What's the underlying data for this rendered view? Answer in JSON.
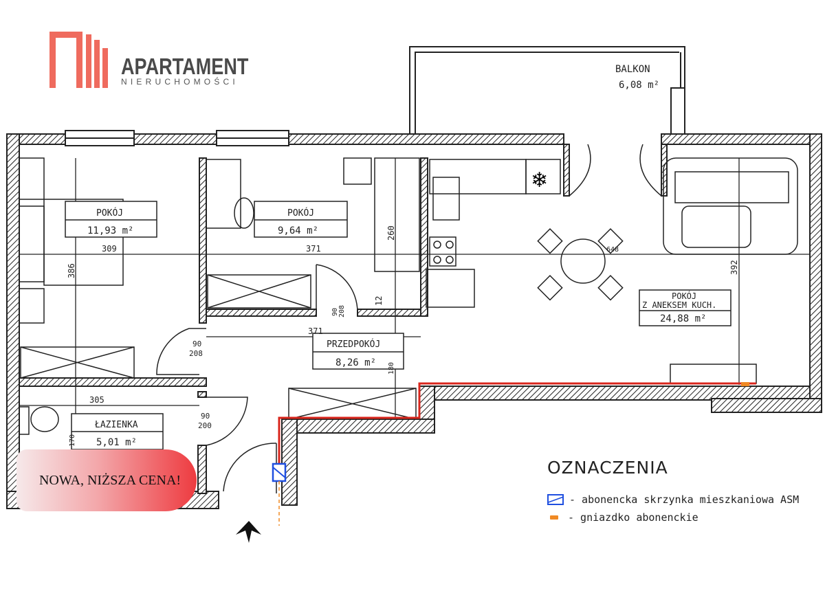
{
  "logo": {
    "title": "APARTAMENT",
    "subtitle": "NIERUCHOMOŚCI",
    "color": "#ef6b5e"
  },
  "badge": {
    "text": "NOWA, NIŻSZA CENA!",
    "color": "#ee3b40"
  },
  "rooms": {
    "balkon": {
      "name": "BALKON",
      "area": "6,08 m²"
    },
    "pokoj1": {
      "name": "POKÓJ",
      "area": "11,93 m²"
    },
    "pokoj2": {
      "name": "POKÓJ",
      "area": "9,64 m²"
    },
    "salon": {
      "name_line1": "POKÓJ",
      "name_line2": "Z ANEKSEM KUCH.",
      "area": "24,88 m²"
    },
    "przedpokoj": {
      "name": "PRZEDPOKÓJ",
      "area": "8,26 m²"
    },
    "lazienka": {
      "name": "ŁAZIENKA",
      "area": "5,01 m²"
    }
  },
  "dimensions": {
    "d309": "309",
    "d371a": "371",
    "d386": "386",
    "d260": "260",
    "d12": "12",
    "door1_w": "90",
    "door1_h": "208",
    "d371b": "371",
    "door2_w": "90",
    "door2_h": "208",
    "d305": "305",
    "door3_w": "90",
    "door3_h": "200",
    "d180": "180",
    "d170": "170",
    "d648": "648",
    "d392": "392"
  },
  "legend": {
    "title": "OZNACZENIA",
    "items": [
      {
        "icon": "subscriber-box-icon",
        "text": "- abonencka skrzynka mieszkaniowa ASM",
        "color": "#1f4fe0"
      },
      {
        "icon": "socket-icon",
        "text": "- gniazdko abonenckie",
        "color": "#f08a24"
      }
    ]
  },
  "colors": {
    "wall": "#222222",
    "cable": "#d9261c"
  }
}
